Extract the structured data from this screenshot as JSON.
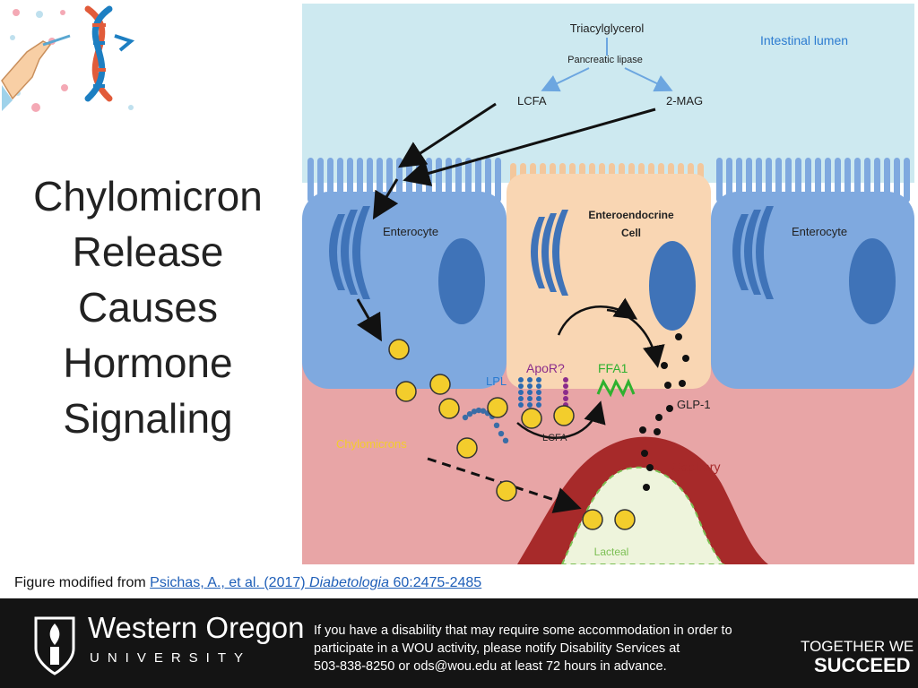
{
  "slide": {
    "title_lines": [
      "Chylomicron",
      "Release",
      "Causes",
      "Hormone",
      "Signaling"
    ]
  },
  "figure": {
    "labels": {
      "triacylglycerol": "Triacylglycerol",
      "pancreatic_lipase": "Pancreatic lipase",
      "intestinal_lumen": "Intestinal lumen",
      "lcfa_top": "LCFA",
      "two_mag": "2-MAG",
      "enterocyte_left": "Enterocyte",
      "enteroendocrine_line1": "Enteroendocrine",
      "enteroendocrine_line2": "Cell",
      "enterocyte_right": "Enterocyte",
      "apor": "ApoR?",
      "ffa1": "FFA1",
      "lpl": "LPL",
      "glp1": "GLP-1",
      "lcfa_bottom": "LCFA",
      "chylomicrons": "Chylomicrons",
      "capillary": "Capillary",
      "lacteal": "Lacteal"
    },
    "colors": {
      "lumen": "#cde9f0",
      "enterocyte": "#7fa9df",
      "enteroendocrine": "#f9d6b3",
      "interstitium": "#e8a5a6",
      "capillary": "#a72a2a",
      "lacteal": "#eef4dc",
      "chylomicron": "#f3cd2c",
      "ffa1": "#2fb12f",
      "apor": "#8b2c8b"
    }
  },
  "caption": {
    "prefix": "Figure modified from ",
    "citation_authors": "Psichas, A., et al. (2017) ",
    "citation_journal": "Diabetologia",
    "citation_pages": " 60:2475-2485"
  },
  "footer": {
    "university_name": "Western Oregon",
    "university_subtitle": "UNIVERSITY",
    "notice_lines": [
      "If you have a disability that may require some accommodation in order to",
      "participate in a WOU activity, please notify Disability Services at",
      "503-838-8250 or ods@wou.edu at least 72 hours in advance."
    ],
    "tagline_line1": "TOGETHER WE",
    "tagline_line2": "SUCCEED"
  }
}
